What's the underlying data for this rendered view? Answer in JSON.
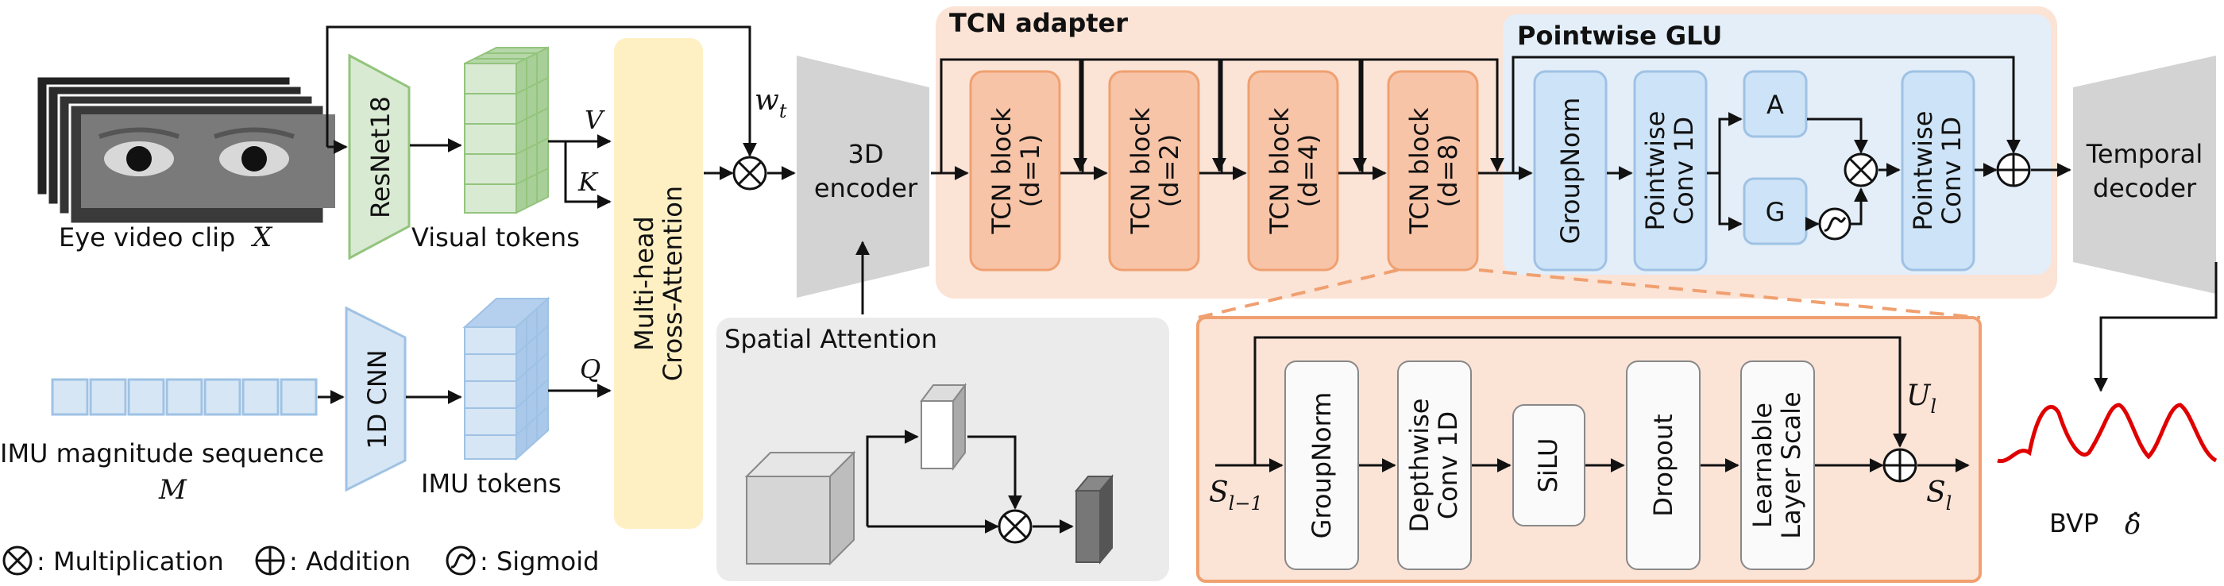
{
  "colors": {
    "tcn_adapter_bg": "#fbe3d6",
    "tcn_block_fill": "#f7c4a8",
    "glu_bg": "#e3eef9",
    "glu_block_fill": "#cde3f7",
    "cross_attention_fill": "#fff0c4",
    "resnet_fill": "#d9ead3",
    "cnn_fill": "#d6e6f5",
    "encoder_gray": "#d3d3d3",
    "spatial_bg": "#ebebeb",
    "bvp_signal": "#e00000"
  },
  "inputs": {
    "eye_label": "Eye video clip",
    "eye_symbol": "X",
    "imu_label": "IMU magnitude sequence",
    "imu_symbol": "M"
  },
  "backbones": {
    "resnet": "ResNet18",
    "cnn": "1D CNN",
    "visual_tokens": "Visual tokens",
    "imu_tokens": "IMU tokens"
  },
  "symbols": {
    "v": "V",
    "k": "K",
    "q": "Q",
    "wt": "w",
    "wt_sub": "t",
    "s_prev": "S",
    "s_prev_sub": "l−1",
    "s_l": "S",
    "s_l_sub": "l",
    "u_l": "U",
    "u_l_sub": "l",
    "delta_hat": "δ̂"
  },
  "cross_attention": {
    "line1": "Multi-head",
    "line2": "Cross-Attention"
  },
  "encoder": {
    "line1": "3D",
    "line2": "encoder",
    "spatial_attention": "Spatial Attention"
  },
  "tcn": {
    "title": "TCN adapter",
    "blocks": [
      {
        "line1": "TCN block",
        "line2": "(d=1)"
      },
      {
        "line1": "TCN block",
        "line2": "(d=2)"
      },
      {
        "line1": "TCN block",
        "line2": "(d=4)"
      },
      {
        "line1": "TCN block",
        "line2": "(d=8)"
      }
    ]
  },
  "glu": {
    "title": "Pointwise GLU",
    "groupnorm": "GroupNorm",
    "conv_in_line1": "Pointwise",
    "conv_in_line2": "Conv 1D",
    "a": "A",
    "g": "G",
    "conv_out_line1": "Pointwise",
    "conv_out_line2": "Conv 1D"
  },
  "detail": {
    "groupnorm": "GroupNorm",
    "depthwise_line1": "Depthwise",
    "depthwise_line2": "Conv 1D",
    "silu": "SiLU",
    "dropout": "Dropout",
    "scale_line1": "Learnable",
    "scale_line2": "Layer Scale"
  },
  "decoder": {
    "line1": "Temporal",
    "line2": "decoder",
    "bvp": "BVP"
  },
  "legend": {
    "multiplication": ": Multiplication",
    "addition": ": Addition",
    "sigmoid": ": Sigmoid"
  }
}
